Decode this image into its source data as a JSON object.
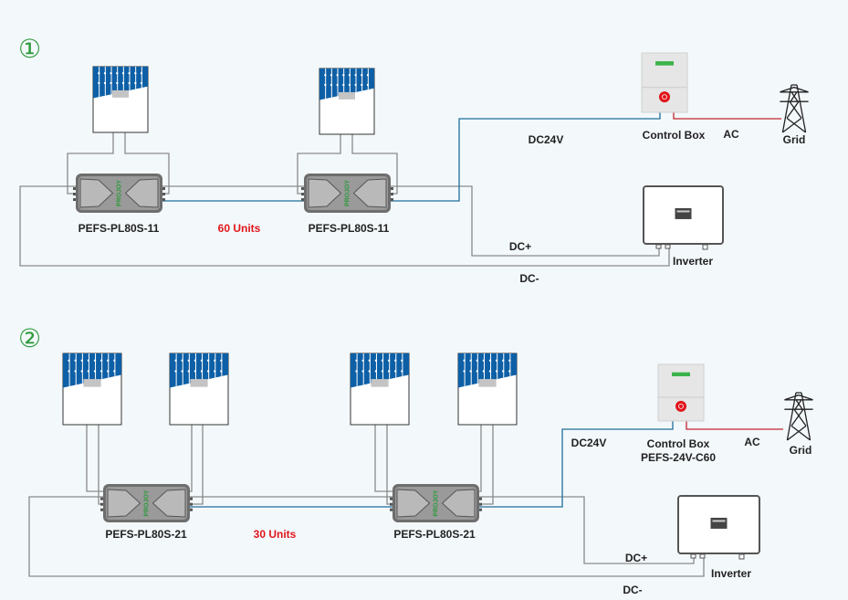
{
  "colors": {
    "background": "#f3f8fb",
    "dc_wire": "#8a8a8a",
    "signal_wire": "#1f6f9a",
    "ac_wire": "#c0262d",
    "units_text": "#e0161c",
    "section_number": "#2e9a3c",
    "panel_blue": "#0d5fa6",
    "optimizer": "#7a7a7a"
  },
  "sections": [
    {
      "number": "①",
      "optimizer_label": "PEFS-PL80S-11",
      "optimizer_brand": "PROJOY",
      "units": "60 Units",
      "dc24v": "DC24V",
      "control_box": [
        "Control Box"
      ],
      "ac": "AC",
      "grid": "Grid",
      "dc_plus": "DC+",
      "dc_minus": "DC-",
      "inverter": "Inverter"
    },
    {
      "number": "②",
      "optimizer_label": "PEFS-PL80S-21",
      "optimizer_brand": "PROJOY",
      "units": "30 Units",
      "dc24v": "DC24V",
      "control_box": [
        "Control Box",
        "PEFS-24V-C60"
      ],
      "ac": "AC",
      "grid": "Grid",
      "dc_plus": "DC+",
      "dc_minus": "DC-",
      "inverter": "Inverter"
    }
  ],
  "icons": [
    "solar-panel-icon",
    "optimizer-icon",
    "control-box-icon",
    "inverter-icon",
    "power-tower-icon"
  ]
}
